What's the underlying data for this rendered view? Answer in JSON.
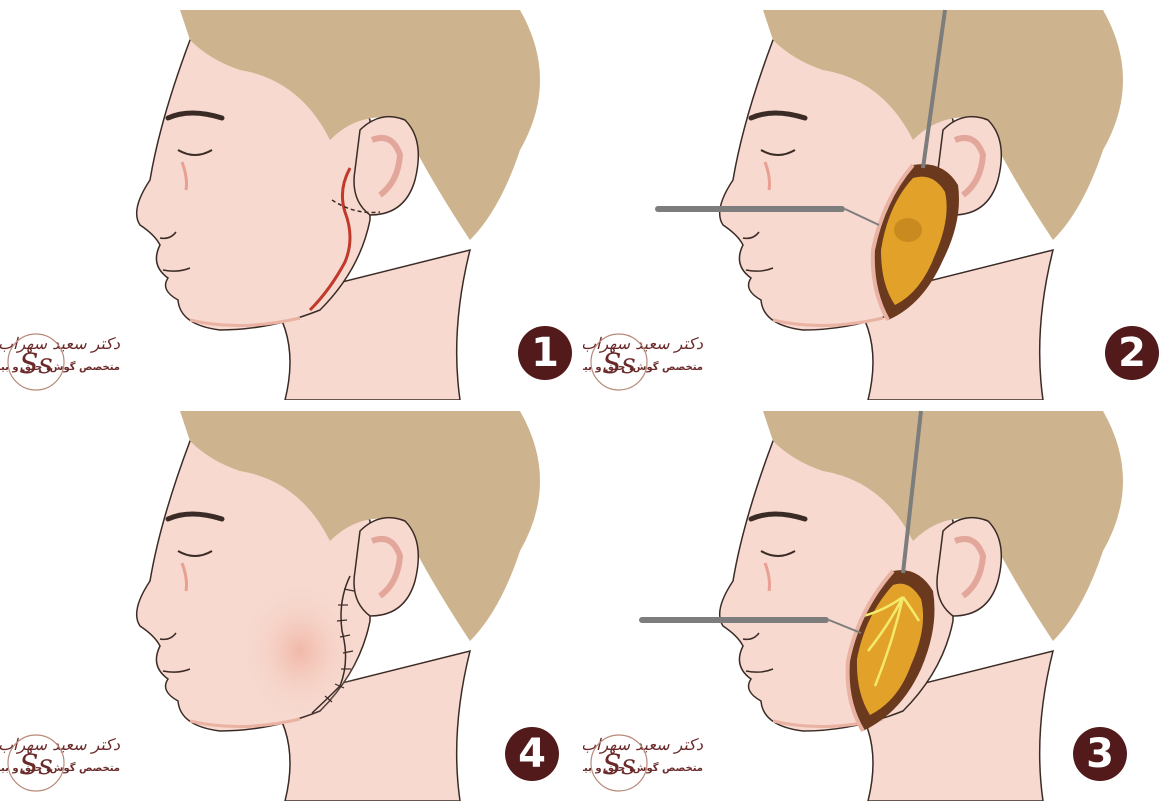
{
  "panels": [
    {
      "step_label": "1"
    },
    {
      "step_label": "2"
    },
    {
      "step_label": "4"
    },
    {
      "step_label": "3"
    }
  ],
  "logo": {
    "name_text": "دکتر سعید سهراب پور",
    "specialty_text": "متخصص گوش، حلق و بینی",
    "monogram_text": "Ss"
  },
  "colors": {
    "hair": "#ceb48e",
    "skin": "#f7d9cf",
    "skin_shadow": "#f1b8a8",
    "outline": "#3b2b26",
    "incision": "#c0392b",
    "parotid_fat": "#e2a22a",
    "wound_bed": "#6b3a1e",
    "nerve": "#f4ea6a",
    "badge": "#521a1a",
    "logo_text": "#6b2a2a"
  }
}
